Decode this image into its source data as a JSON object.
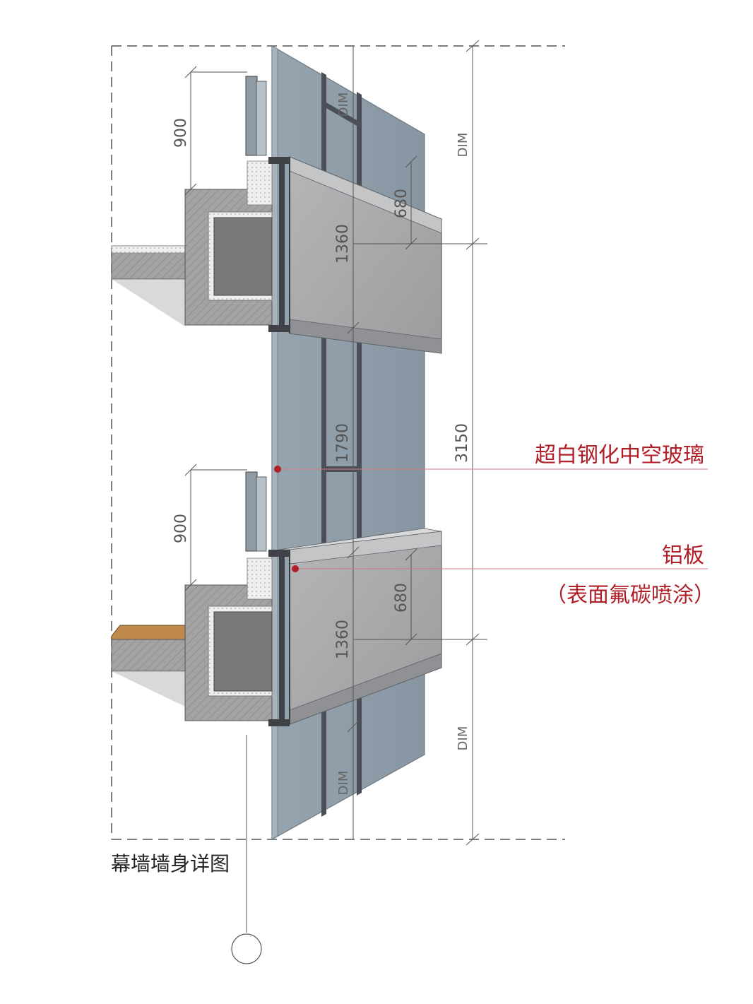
{
  "title": "幕墙墙身详图",
  "callouts": {
    "glass": "超白钢化中空玻璃",
    "panel_line1": "铝板",
    "panel_line2": "（表面氟碳喷涂）"
  },
  "dimensions": {
    "floor_height": "3150",
    "vision_glass": "1790",
    "panel_upper": "1360",
    "panel_lower": "1360",
    "panel_inner_upper": "680",
    "panel_inner_lower": "680",
    "railing_upper": "900",
    "railing_lower": "900",
    "dim_top_outer": "DIM",
    "dim_top_inner": "DIM",
    "dim_bottom_outer": "DIM",
    "dim_bottom_inner": "DIM"
  },
  "colors": {
    "glass": "#8d9ba7",
    "panel": "#a7a9ab",
    "concrete": "#9c9c9c",
    "insulation": "#e7e7e7",
    "timber": "#c08a4c",
    "callout": "#b01e28"
  }
}
